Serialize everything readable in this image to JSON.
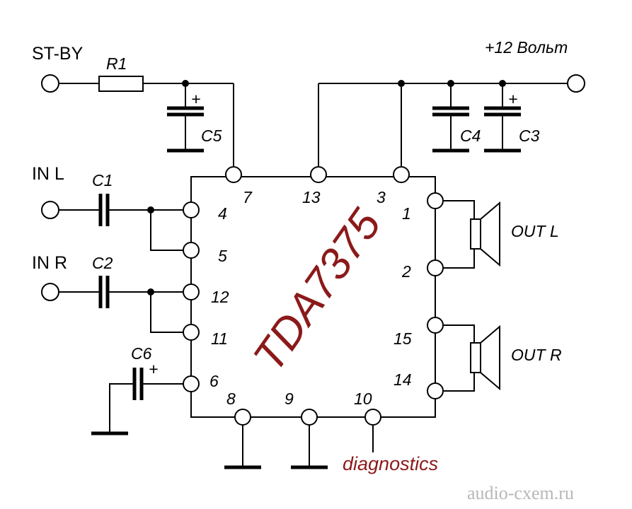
{
  "labels": {
    "standby": "ST-BY",
    "supply": "+12 Вольт",
    "in_left": "IN L",
    "in_right": "IN R",
    "out_left": "OUT L",
    "out_right": "OUT R",
    "diagnostics": "diagnostics"
  },
  "chip": {
    "name": "TDA7375"
  },
  "components": {
    "r1": "R1",
    "c1": "C1",
    "c2": "C2",
    "c3": "C3",
    "c4": "C4",
    "c5": "C5",
    "c6": "C6"
  },
  "polarity": {
    "plus": "+"
  },
  "pins": {
    "p1": "1",
    "p2": "2",
    "p3": "3",
    "p4": "4",
    "p5": "5",
    "p6": "6",
    "p7": "7",
    "p8": "8",
    "p9": "9",
    "p10": "10",
    "p11": "11",
    "p12": "12",
    "p13": "13",
    "p14": "14",
    "p15": "15"
  },
  "watermark": "audio-cxem.ru",
  "colors": {
    "chip_text": "#8b1a1a",
    "diagnostics_text": "#8b1a1a",
    "watermark": "#b8b8b8",
    "lines": "#000000"
  }
}
